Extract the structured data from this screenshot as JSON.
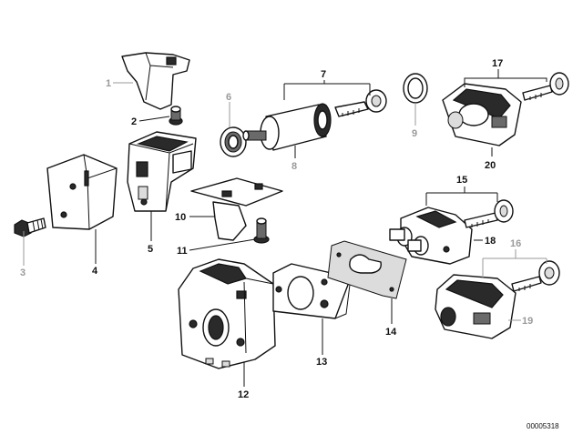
{
  "callouts": [
    {
      "id": "1",
      "label": "1"
    },
    {
      "id": "2",
      "label": "2"
    },
    {
      "id": "3",
      "label": "3"
    },
    {
      "id": "4",
      "label": "4"
    },
    {
      "id": "5",
      "label": "5"
    },
    {
      "id": "6",
      "label": "6"
    },
    {
      "id": "7",
      "label": "7"
    },
    {
      "id": "8",
      "label": "8"
    },
    {
      "id": "9",
      "label": "9"
    },
    {
      "id": "10",
      "label": "10"
    },
    {
      "id": "11",
      "label": "11"
    },
    {
      "id": "12",
      "label": "12"
    },
    {
      "id": "13",
      "label": "13"
    },
    {
      "id": "14",
      "label": "14"
    },
    {
      "id": "15",
      "label": "15"
    },
    {
      "id": "16",
      "label": "16"
    },
    {
      "id": "17",
      "label": "17"
    },
    {
      "id": "18",
      "label": "18"
    },
    {
      "id": "19",
      "label": "19"
    },
    {
      "id": "20",
      "label": "20"
    }
  ],
  "reference_number": "00005318",
  "colors": {
    "ink": "#111111",
    "grey_callout": "#9a9a9a",
    "background": "#ffffff"
  }
}
